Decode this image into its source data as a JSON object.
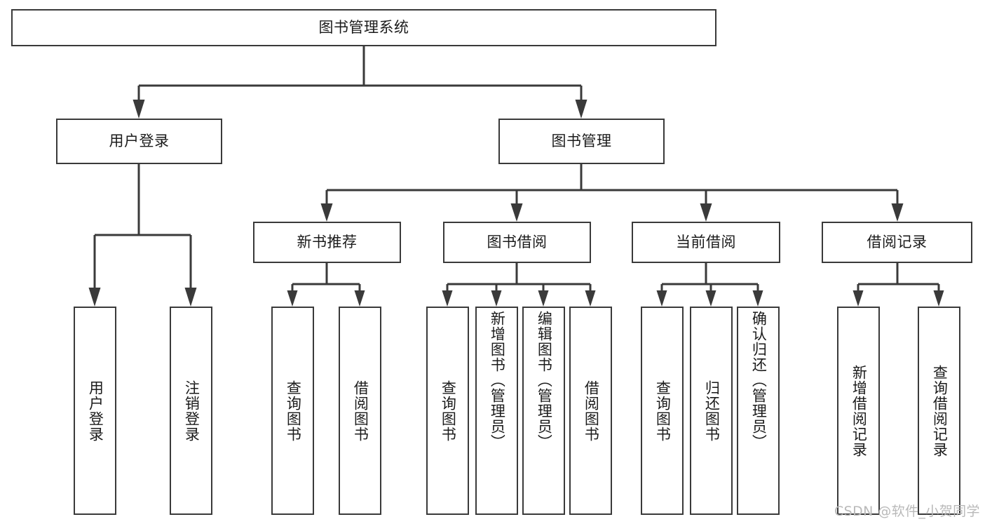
{
  "diagram": {
    "title": "图书管理系统",
    "type": "tree-hierarchy",
    "watermark": "CSDN @软件_小贺同学",
    "colors": {
      "background": "#ffffff",
      "box_border": "#3a3a3a",
      "connector": "#3a3a3a",
      "text": "#1b1b1b",
      "watermark": "#b9b9b9"
    },
    "root": {
      "id": "root",
      "label": "图书管理系统",
      "orientation": "horizontal"
    },
    "level2": [
      {
        "id": "user-login",
        "label": "用户登录",
        "orientation": "horizontal"
      },
      {
        "id": "book-management",
        "label": "图书管理",
        "orientation": "horizontal"
      }
    ],
    "level3": [
      {
        "id": "new-book-recommend",
        "label": "新书推荐",
        "orientation": "horizontal",
        "parent": "book-management"
      },
      {
        "id": "book-borrow",
        "label": "图书借阅",
        "orientation": "horizontal",
        "parent": "book-management"
      },
      {
        "id": "current-borrow",
        "label": "当前借阅",
        "orientation": "horizontal",
        "parent": "book-management"
      },
      {
        "id": "borrow-record",
        "label": "借阅记录",
        "orientation": "horizontal",
        "parent": "book-management"
      }
    ],
    "leaves": [
      {
        "id": "leaf-user-login",
        "label": "用户登录",
        "orientation": "vertical",
        "parent": "user-login"
      },
      {
        "id": "leaf-logout-login",
        "label": "注销登录",
        "orientation": "vertical",
        "parent": "user-login"
      },
      {
        "id": "leaf-query-book-1",
        "label": "查询图书",
        "orientation": "vertical",
        "parent": "new-book-recommend"
      },
      {
        "id": "leaf-borrow-book-1",
        "label": "借阅图书",
        "orientation": "vertical",
        "parent": "new-book-recommend"
      },
      {
        "id": "leaf-query-book-2",
        "label": "查询图书",
        "orientation": "vertical",
        "parent": "book-borrow"
      },
      {
        "id": "leaf-add-book",
        "label": "新增图书（管理员）",
        "orientation": "vertical",
        "parent": "book-borrow"
      },
      {
        "id": "leaf-edit-book",
        "label": "编辑图书（管理员）",
        "orientation": "vertical",
        "parent": "book-borrow"
      },
      {
        "id": "leaf-borrow-book-2",
        "label": "借阅图书",
        "orientation": "vertical",
        "parent": "book-borrow"
      },
      {
        "id": "leaf-query-book-3",
        "label": "查询图书",
        "orientation": "vertical",
        "parent": "current-borrow"
      },
      {
        "id": "leaf-return-book",
        "label": "归还图书",
        "orientation": "vertical",
        "parent": "current-borrow"
      },
      {
        "id": "leaf-confirm-return",
        "label": "确认归还（管理员）",
        "orientation": "vertical",
        "parent": "current-borrow"
      },
      {
        "id": "leaf-add-record",
        "label": "新增借阅记录",
        "orientation": "vertical",
        "parent": "borrow-record"
      },
      {
        "id": "leaf-query-record",
        "label": "查询借阅记录",
        "orientation": "vertical",
        "parent": "borrow-record"
      }
    ]
  }
}
